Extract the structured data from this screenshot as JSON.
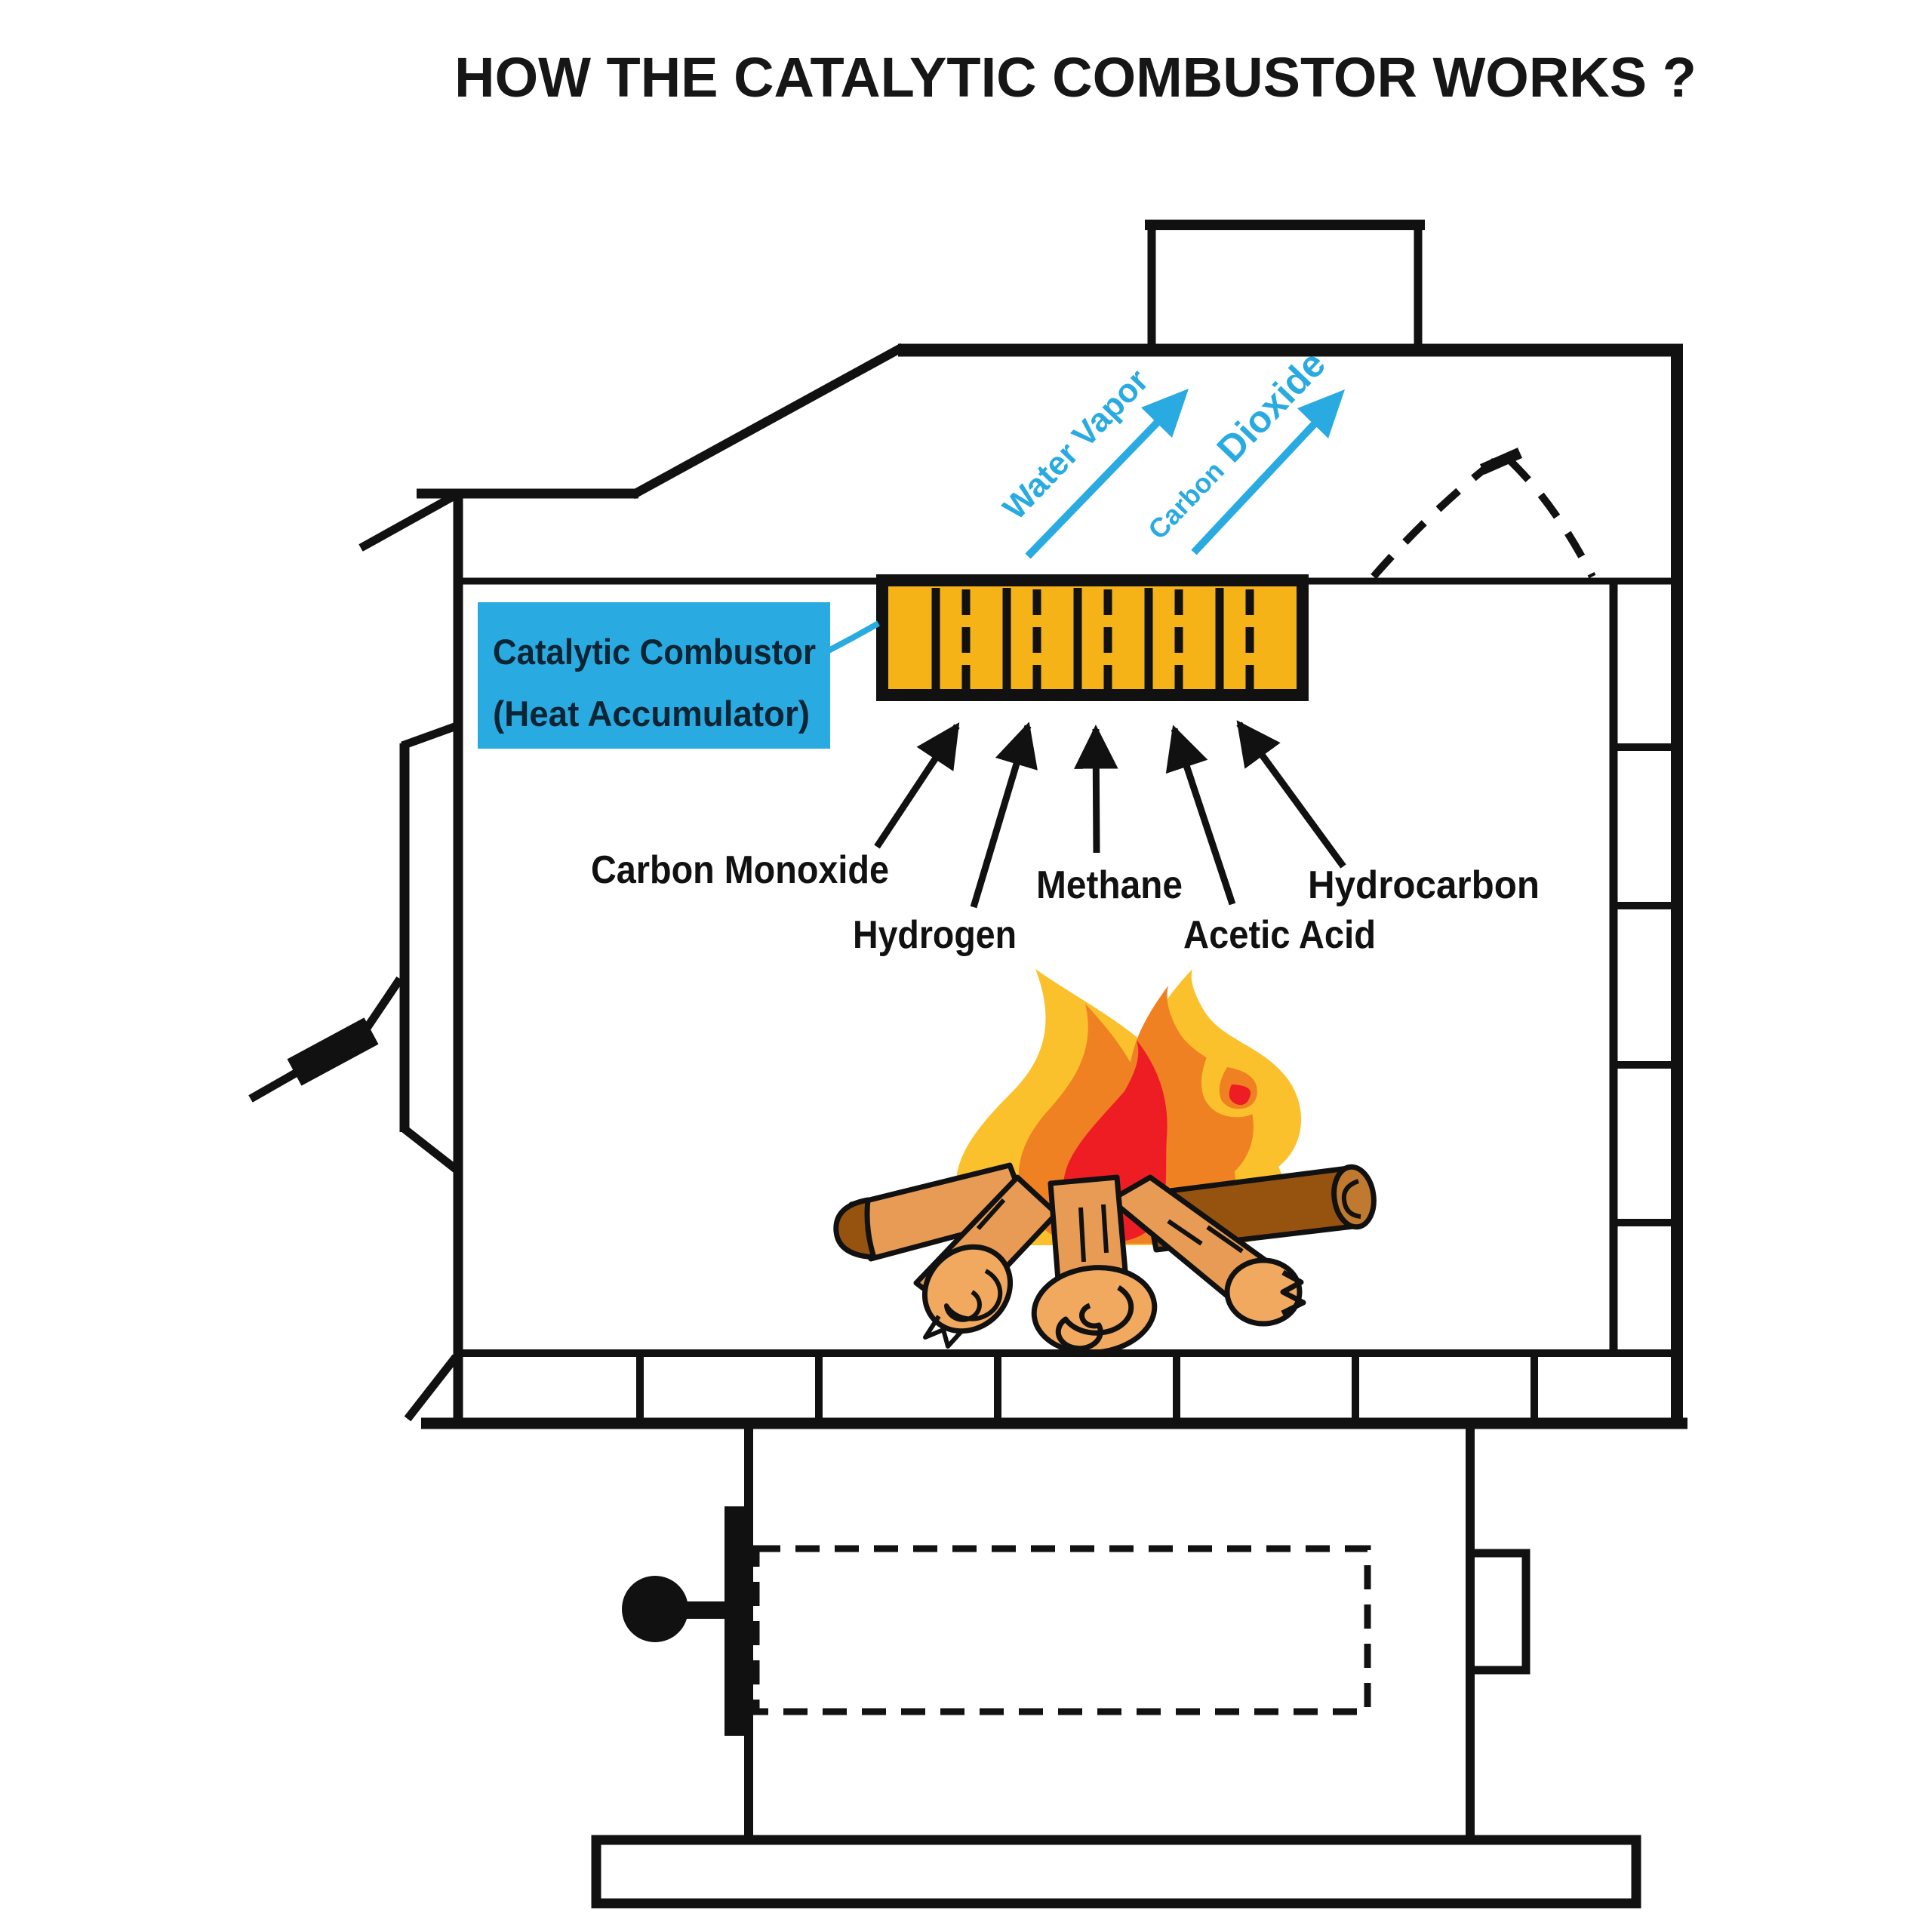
{
  "title": "HOW THE CATALYTIC COMBUSTOR WORKS ?",
  "callout": {
    "line1": "Catalytic Combustor",
    "line2": "(Heat Accumulator)"
  },
  "flue_gases": {
    "water_vapor": "Water Vapor",
    "carbon": "Carbon",
    "dioxide": "Dioxide"
  },
  "combustion_gases": {
    "carbon_monoxide": "Carbon Monoxide",
    "hydrogen": "Hydrogen",
    "methane": "Methane",
    "acetic_acid": "Acetic Acid",
    "hydrocarbon": "Hydrocarbon"
  },
  "colors": {
    "ink": "#111111",
    "cyan": "#29abe2",
    "callout_text": "#0c2433",
    "combustor_fill": "#f5b317",
    "flame_yellow": "#fbc12d",
    "flame_orange": "#f08122",
    "flame_red": "#ee1c23",
    "log_tan": "#e89b54",
    "log_tan_light": "#f0a95e",
    "log_dark": "#96520f",
    "log_mid": "#c07a30"
  }
}
